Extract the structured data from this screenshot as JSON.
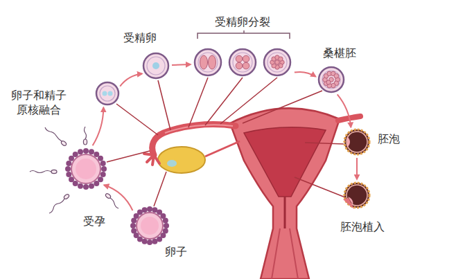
{
  "diagram": {
    "nodes": [
      {
        "text": [
          "卵子和精子原核融合"
        ]
      },
      {
        "text": [
          "受精卵"
        ]
      },
      {
        "text": [
          "受精卵分裂"
        ]
      },
      {
        "text": [
          "桑椹胚"
        ]
      },
      {
        "text": [
          "胚泡"
        ]
      },
      {
        "text": [
          "受孕"
        ]
      },
      {
        "text": [
          "胚泡植入"
        ]
      },
      {
        "text": [
          "卵子"
        ]
      }
    ],
    "edges": [
      {
        "from": 5,
        "to": 0,
        "arrow": "to"
      },
      {
        "from": 0,
        "to": 1,
        "arrow": "to"
      },
      {
        "from": 1,
        "to": 2,
        "arrow": "to"
      },
      {
        "from": 2,
        "to": 3,
        "arrow": "to"
      },
      {
        "from": 3,
        "to": 4,
        "arrow": "to"
      },
      {
        "from": 4,
        "to": 6,
        "arrow": "to"
      },
      {
        "from": 7,
        "to": 5,
        "arrow": "to"
      }
    ]
  }
}
